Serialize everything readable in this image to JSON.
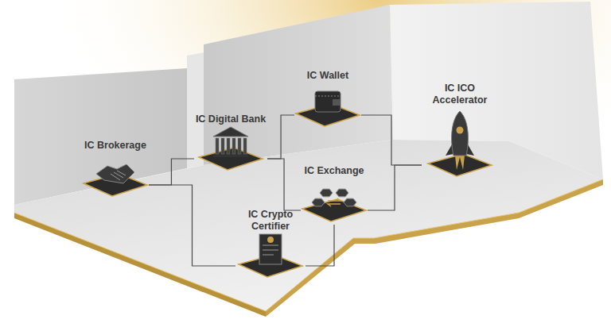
{
  "diagram": {
    "nodes": [
      {
        "text": [
          "IC Wallet"
        ]
      },
      {
        "text": [
          "IC ICO Accelerator"
        ]
      },
      {
        "text": [
          "IC Digital Bank"
        ]
      },
      {
        "text": [
          "IC Brokerage"
        ]
      },
      {
        "text": [
          "IC Exchange"
        ]
      },
      {
        "text": [
          "IC Crypto Certifier"
        ]
      }
    ],
    "edges": [
      {
        "from": 2,
        "to": 0,
        "arrow": "none"
      },
      {
        "from": 0,
        "to": 1,
        "arrow": "none"
      },
      {
        "from": 3,
        "to": 2,
        "arrow": "none"
      },
      {
        "from": 2,
        "to": 4,
        "arrow": "none"
      },
      {
        "from": 4,
        "to": 1,
        "arrow": "none"
      },
      {
        "from": 3,
        "to": 5,
        "arrow": "none"
      },
      {
        "from": 5,
        "to": 4,
        "arrow": "none"
      }
    ]
  }
}
